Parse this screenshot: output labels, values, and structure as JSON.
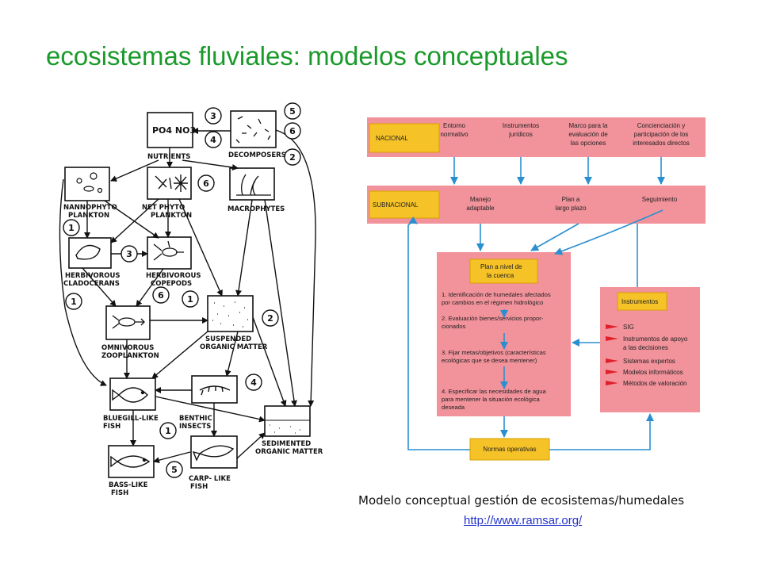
{
  "title": "ecosistemas fluviales: modelos conceptuales",
  "caption": "Modelo conceptual gestión de ecosistemas/humedales",
  "link": "http://www.ramsar.org/",
  "colors": {
    "title": "#1a9a2a",
    "pink": "#f2929b",
    "yellow": "#f5c227",
    "arrow": "#2a8fd0"
  },
  "left_diagram": {
    "nodes": {
      "po4no3": "PO4 NO3",
      "nutrients": "NUTRIENTS",
      "decomposers": "DECOMPOSERS",
      "nanno_1": "NANNOPHYTO",
      "nanno_2": "PLANKTON",
      "netphyto_1": "NET PHYTO",
      "netphyto_2": "PLANKTON",
      "macrophytes": "MACROPHYTES",
      "clado_1": "HERBIVOROUS",
      "clado_2": "CLADOCERANS",
      "cope_1": "HERBIVOROUS",
      "cope_2": "COPEPODS",
      "omni_1": "OMNIVOROUS",
      "omni_2": "ZOOPLANKTON",
      "susp_1": "SUSPENDED",
      "susp_2": "ORGANIC MATTER",
      "blue_1": "BLUEGILL-LIKE",
      "blue_2": "FISH",
      "benthic_1": "BENTHIC",
      "benthic_2": "INSECTS",
      "sed_1": "SEDIMENTED",
      "sed_2": "ORGANIC MATTER",
      "bass_1": "BASS-LIKE",
      "bass_2": "FISH",
      "carp_1": "CARP- LIKE",
      "carp_2": "FISH"
    },
    "circles": [
      "3",
      "4",
      "5",
      "6",
      "2",
      "6",
      "1",
      "3",
      "1",
      "6",
      "1",
      "2",
      "4",
      "1",
      "5"
    ]
  },
  "right_diagram": {
    "nacional": "NACIONAL",
    "subnacional": "SUBNACIONAL",
    "nac_items": [
      [
        "Entorno",
        "normativo"
      ],
      [
        "Instrumentos",
        "jurídicos"
      ],
      [
        "Marco para la",
        "evaluación de",
        "las opciones"
      ],
      [
        "Concienciación y",
        "participación de los",
        "interesados directos"
      ]
    ],
    "sub_items": [
      [
        "Manejo",
        "adaptable"
      ],
      [
        "Plan a",
        "largo plazo"
      ],
      [
        "Seguimiento"
      ]
    ],
    "plan_title": [
      "Plan a nivel de",
      "la cuenca"
    ],
    "plan_steps": [
      [
        "1. Identificación de humedales afectados",
        "por cambios en el régimen hidrológico"
      ],
      [
        "2. Evaluación bienes/servicios  propor-",
        "cionados"
      ],
      [
        "3. Fijar metas/objetivos (características",
        "ecológicas que se desea mentener)"
      ],
      [
        "4.  Especificar las necesidades de agua",
        "para mentener la situación ecológica",
        "deseada"
      ]
    ],
    "instrumentos": "Instrumentos",
    "instr_items": [
      [
        "SIG"
      ],
      [
        "Instrumentos de apoyo",
        "a las decisiones"
      ],
      [
        "Sistemas expertos"
      ],
      [
        "Modelos informáticos"
      ],
      [
        "Métodos de valoración"
      ]
    ],
    "normas": "Normas operativas"
  }
}
